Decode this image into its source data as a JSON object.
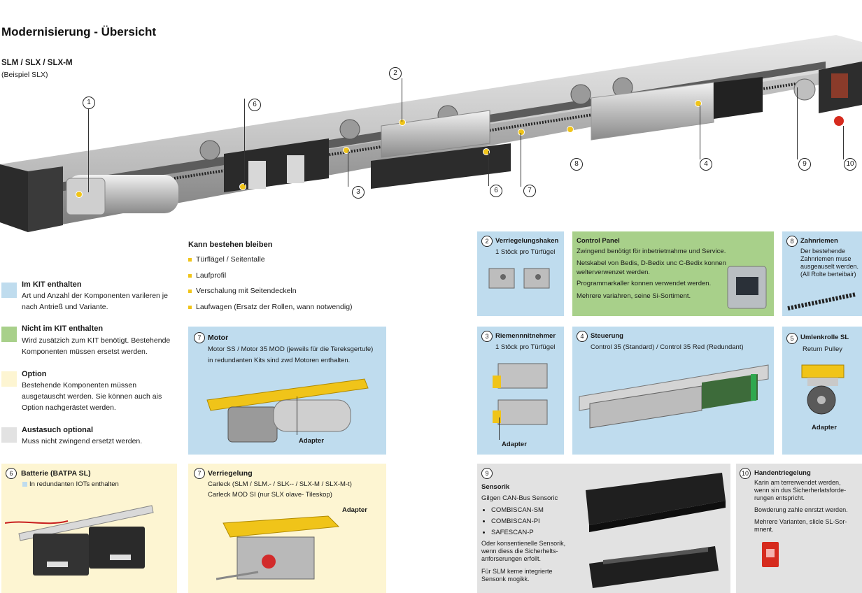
{
  "header": {
    "title": "Modernisierung - Übersicht",
    "model": "SLM / SLX  / SLX-M",
    "model_note": "(Beispiel SLX)"
  },
  "callouts": [
    "1",
    "2",
    "3",
    "4",
    "6",
    "6",
    "7",
    "8",
    "9",
    "10"
  ],
  "legend": [
    {
      "color": "#bfdcee",
      "title": "Im KIT enthalten",
      "desc": "Art und Anzahl der Komponenten varileren je nach Antrieß und Variante."
    },
    {
      "color": "#a8d08a",
      "title": "Nicht im KIT enthalten",
      "desc": "Wird zusätzich zum KIT benötigt. Bestehende Komponenten müssen ersetst werden."
    },
    {
      "color": "#fdf5d2",
      "title": "Option",
      "desc": "Bestehende Komponenten müssen ausgetauscht werden. Sie können auch ais Option nachgerästet werden."
    },
    {
      "color": "#e2e2e2",
      "title": "Austasuch optional",
      "desc": "Muss nicht zwingend ersetzt werden."
    }
  ],
  "remain": {
    "title": "Kann bestehen bleiben",
    "items": [
      "Türflägel / Seitentalle",
      "Laufprofil",
      "Verschalung mit Seitendeckeln",
      "Laufwagen (Ersatz der Rollen, wann notwendig)"
    ]
  },
  "panels": {
    "motor": {
      "num": "7",
      "title": "Motor",
      "text": [
        "Motor SS / Motor 35 MOD (jeweils für die Tereksgertufe)",
        "in redundanten Kits sind zwd Motoren enthalten."
      ],
      "adapter": "Adapter"
    },
    "battery": {
      "num": "6",
      "title": "Batterie (BATPA SL)",
      "text": "In redundanten IOTs enthalten"
    },
    "lock": {
      "num": "7",
      "title": "Verriegelung",
      "text": [
        "Carleck (SLM / SLM.- / SLK-- / SLX-M / SLX-M-t)",
        "Carleck MOD SI  (nur SLX olave- Tileskop)"
      ],
      "adapter": "Adapter"
    },
    "hook": {
      "num": "2",
      "title": "Verriegelungshaken",
      "text": "1 Stöck pro Türfügel"
    },
    "control_panel": {
      "title": "Control Panel",
      "text": [
        "Zwingend benötigt för inbetrietrrahme und Service.",
        "Netskabel von Bedis, D-Bedix unc C-Bedix konnen welterverwenzet werden.",
        "Programmarkaller konnen verwendet werden.",
        "Mehrere variahren, seine Si-Sortiment."
      ]
    },
    "belt": {
      "num": "8",
      "title": "Zahnriemen",
      "text": [
        "Der bestehende",
        "Zahnriemen muse",
        "ausgeauselt werden.",
        "(All Rolte berteibair)"
      ]
    },
    "carrier": {
      "num": "3",
      "title": "Riemennnitnehmer",
      "text": "1 Stöck pro Türfügel",
      "adapter": "Adapter"
    },
    "control": {
      "num": "4",
      "title": "Steuerung",
      "text": "Control 35 (Standard) / Control 35 Red (Redundant)"
    },
    "pulley": {
      "num": "5",
      "title": "Umlenkrolle SL",
      "text": "Return Pulley",
      "adapter": "Adapter"
    },
    "sensor": {
      "num": "9",
      "title": "Sensorik",
      "subtitle": "Gilgen CAN-Bus Sensoric",
      "items": [
        "COMBISCAN-SM",
        "COMBISCAN-PI",
        "SAFESCAN-P"
      ],
      "text1": [
        "Oder konsentienelle Sensorik,",
        "wenn diess die Sicherhelts-",
        "anforserungen erfollt."
      ],
      "text2": [
        "Für SLM keme integrierte",
        "Sensonk mogikk."
      ]
    },
    "release": {
      "num": "10",
      "title": "Handentriegelung",
      "text": [
        "Karin am terrerwendet werden,",
        "wenn sin dus Sicherherlatsforde-",
        "rungen entspricht.",
        "Bowderung zahle enrstzt werden.",
        "Mehrere Varianten, slicle SL-Sor-",
        "mnent."
      ]
    }
  }
}
